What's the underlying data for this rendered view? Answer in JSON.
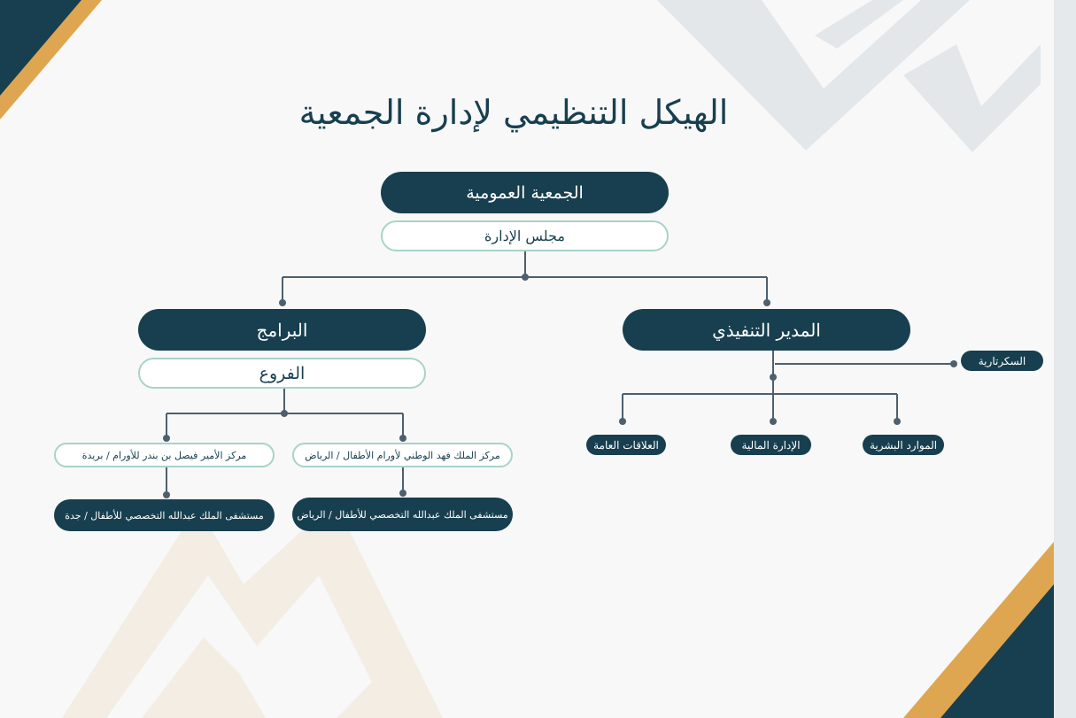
{
  "title": "الهيكل التنظيمي لإدارة الجمعية",
  "colors": {
    "dark": "#173f4f",
    "light_border": "#a8d3c9",
    "connector": "#4e5f6d",
    "accent_gold": "#dfa651",
    "decor_grey": "#e3e7ea",
    "decor_beige": "#f3ede4"
  },
  "nodes": {
    "general_assembly": "الجمعية العمومية",
    "board": "مجلس الإدارة",
    "programs": "البرامج",
    "branches": "الفروع",
    "executive_director": "المدير التنفيذي",
    "secretariat": "السكرتارية",
    "public_relations": "العلاقات العامة",
    "finance": "الإدارة المالية",
    "hr": "الموارد البشرية",
    "center_buraydah": "مركز الأمير فيصل بن بندر للأورام  /  بريدة",
    "center_riyadh": "مركز الملك فهد الوطني لأورام الأطفال  /  الرياض",
    "hospital_jeddah": "مستشفى الملك عبدالله التخصصي للأطفال  /  جدة",
    "hospital_riyadh": "مستشفى الملك عبدالله التخصصي للأطفال  /  الرياض"
  }
}
